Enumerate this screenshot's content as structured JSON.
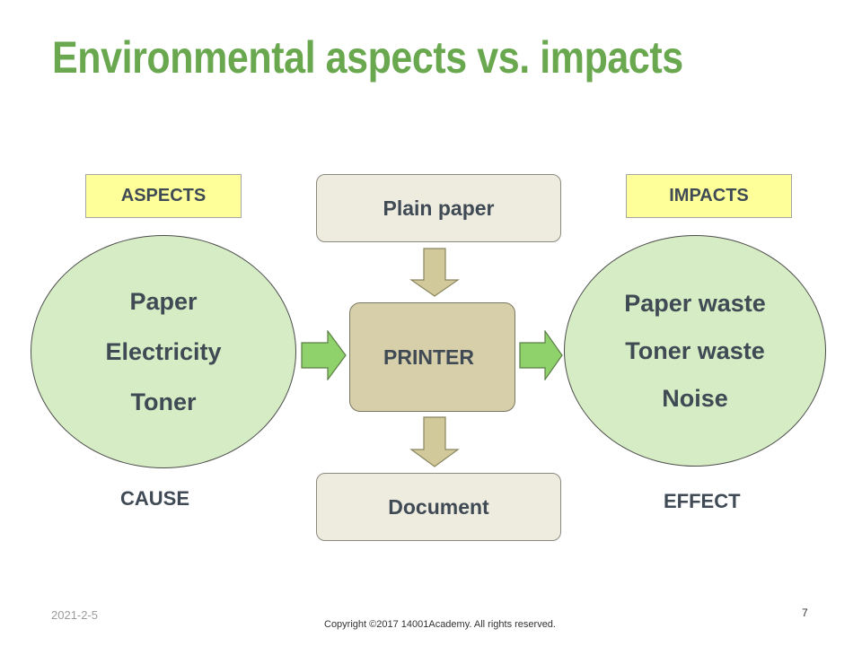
{
  "slide": {
    "title": "Environmental aspects vs. impacts"
  },
  "aspects": {
    "tag": "ASPECTS",
    "items": [
      "Paper",
      "Electricity",
      "Toner"
    ],
    "caption": "CAUSE"
  },
  "impacts": {
    "tag": "IMPACTS",
    "items": [
      "Paper waste",
      "Toner waste",
      "Noise"
    ],
    "caption": "EFFECT"
  },
  "process": {
    "input": "Plain paper",
    "machine": "PRINTER",
    "output": "Document"
  },
  "colors": {
    "title": "#6aa84f",
    "tag_fill": "#ffff99",
    "ellipse_fill": "#d6ecc4",
    "printer_fill": "#d6cfa9",
    "box_fill": "#eeecdf",
    "green_arrow": "#8fd16a",
    "tan_arrow": "#d2c99b"
  },
  "footer": {
    "date": "2021-2-5",
    "copyright": "Copyright ©2017 14001Academy. All rights reserved.",
    "page_number": "7"
  }
}
